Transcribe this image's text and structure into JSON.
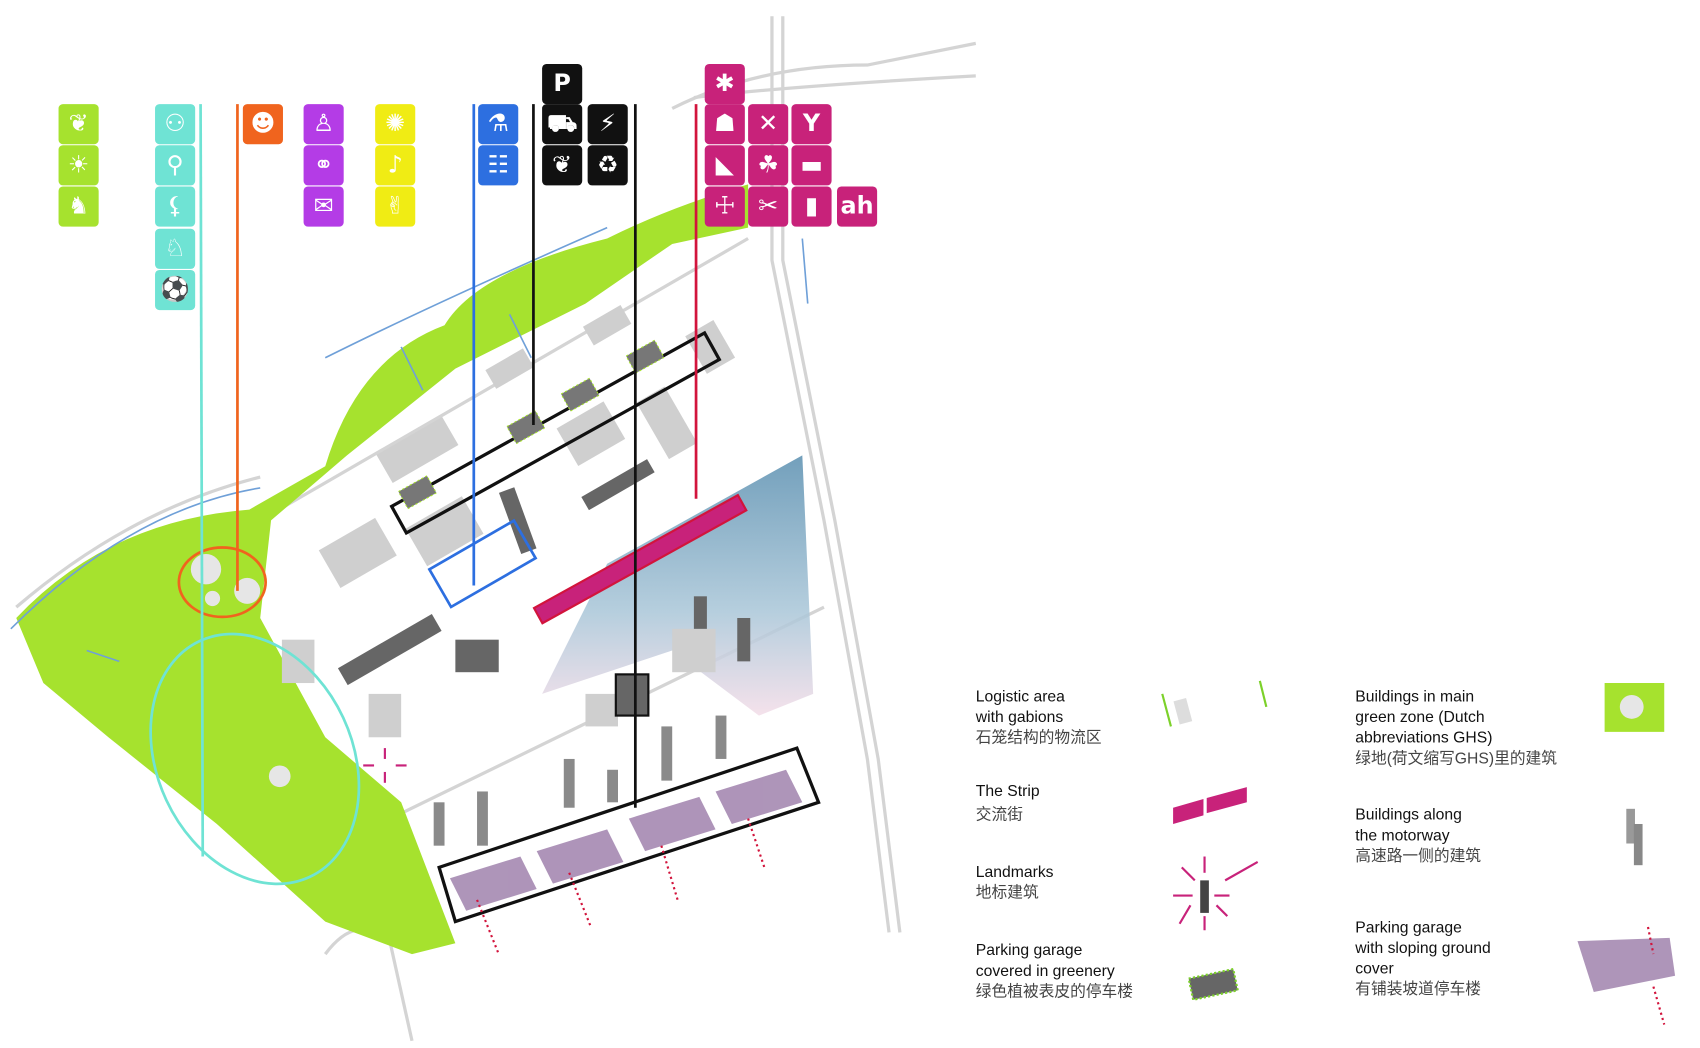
{
  "colors": {
    "green": "#a6e22e",
    "cyan": "#6fe3d4",
    "orange": "#f0641e",
    "purple": "#b43ce6",
    "yellow": "#f0ec14",
    "blue": "#2d6fe0",
    "black": "#111111",
    "magenta": "#c8227a",
    "red": "#d2143c"
  },
  "icons": {
    "green": [
      {
        "name": "leaves-icon",
        "glyph": "❦"
      },
      {
        "name": "solar-energy-icon",
        "glyph": "☀"
      },
      {
        "name": "deer-icon",
        "glyph": "♞"
      }
    ],
    "cyan": [
      {
        "name": "hikers-icon",
        "glyph": "⚇"
      },
      {
        "name": "bicycle-icon",
        "glyph": "⚲"
      },
      {
        "name": "tennis-icon",
        "glyph": "⚸"
      },
      {
        "name": "horse-riding-icon",
        "glyph": "♘"
      },
      {
        "name": "football-icon",
        "glyph": "⚽"
      }
    ],
    "orange": [
      {
        "name": "child-crawling-icon",
        "glyph": "☻"
      }
    ],
    "purple": [
      {
        "name": "office-work-icon",
        "glyph": "♙"
      },
      {
        "name": "handshake-icon",
        "glyph": "⚭"
      },
      {
        "name": "meeting-icon",
        "glyph": "✉"
      }
    ],
    "yellow": [
      {
        "name": "audience-icon",
        "glyph": "✺"
      },
      {
        "name": "performance-icon",
        "glyph": "♪"
      },
      {
        "name": "celebration-icon",
        "glyph": "✌"
      }
    ],
    "blue": [
      {
        "name": "microscope-icon",
        "glyph": "⚗"
      },
      {
        "name": "classroom-icon",
        "glyph": "☷"
      }
    ],
    "black": [
      {
        "name": "parking-icon",
        "glyph": "P"
      },
      {
        "name": "car-icon",
        "glyph": "⛟"
      },
      {
        "name": "electric-car-icon",
        "glyph": "⚡"
      },
      {
        "name": "eco-leaf-icon",
        "glyph": "❦"
      },
      {
        "name": "water-recycle-icon",
        "glyph": "♻"
      }
    ],
    "magenta": [
      {
        "name": "arrow-star-icon",
        "glyph": "✱"
      },
      {
        "name": "crowd-icon",
        "glyph": "☗"
      },
      {
        "name": "restaurant-icon",
        "glyph": "✕"
      },
      {
        "name": "cocktail-icon",
        "glyph": "Y"
      },
      {
        "name": "stadium-icon",
        "glyph": "◣"
      },
      {
        "name": "group-icon",
        "glyph": "☘"
      },
      {
        "name": "theatre-icon",
        "glyph": "▬"
      },
      {
        "name": "fitness-icon",
        "glyph": "☩"
      },
      {
        "name": "hairdresser-icon",
        "glyph": "✂"
      },
      {
        "name": "shopping-bag-icon",
        "glyph": "▮"
      },
      {
        "name": "supermarket-logo-icon",
        "glyph": "ah"
      }
    ]
  },
  "legend": [
    {
      "en": [
        "Logistic area",
        "with gabions"
      ],
      "cn": "石笼结构的物流区"
    },
    {
      "en": [
        "The Strip"
      ],
      "cn": "交流街"
    },
    {
      "en": [
        "Landmarks"
      ],
      "cn": "地标建筑"
    },
    {
      "en": [
        "Parking garage",
        "covered in greenery"
      ],
      "cn": "绿色植被表皮的停车楼"
    },
    {
      "en": [
        "Buildings in main",
        "green zone (Dutch",
        "abbreviations GHS)"
      ],
      "cn": "绿地(荷文缩写GHS)里的建筑"
    },
    {
      "en": [
        "Buildings along",
        "the motorway"
      ],
      "cn": "高速路一侧的建筑"
    },
    {
      "en": [
        "Parking garage",
        "with sloping ground",
        "cover"
      ],
      "cn": "有铺装坡道停车楼"
    }
  ]
}
